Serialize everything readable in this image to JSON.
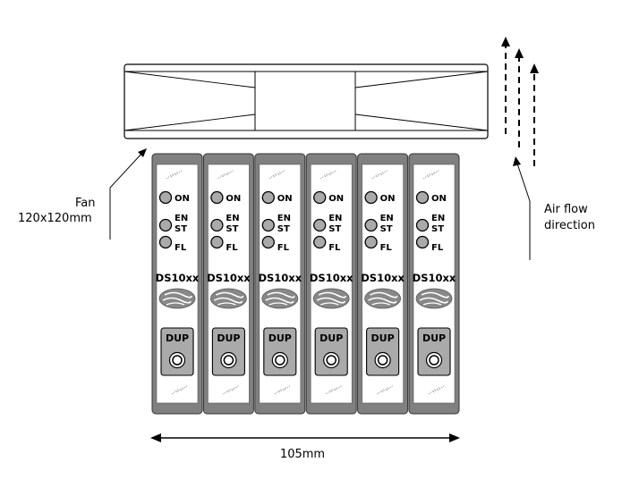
{
  "fan": {
    "label_line1": "Fan",
    "label_line2": "120x120mm"
  },
  "airflow": {
    "label_line1": "Air flow",
    "label_line2": "direction"
  },
  "dimension": {
    "label": "105mm"
  },
  "module_labels": {
    "on": "ON",
    "en": "EN",
    "st": "ST",
    "fl": "FL",
    "dup": "DUP"
  },
  "modules": [
    {
      "name": "DS10xx"
    },
    {
      "name": "DS10xx"
    },
    {
      "name": "DS10xx"
    },
    {
      "name": "DS10xx"
    },
    {
      "name": "DS10xx"
    },
    {
      "name": "DS10xx"
    }
  ],
  "colors": {
    "module_frame": "#808080",
    "module_face": "#ffffff",
    "led": "#aaaaaa",
    "logo": "#888888",
    "dup_button": "#aaaaaa"
  }
}
